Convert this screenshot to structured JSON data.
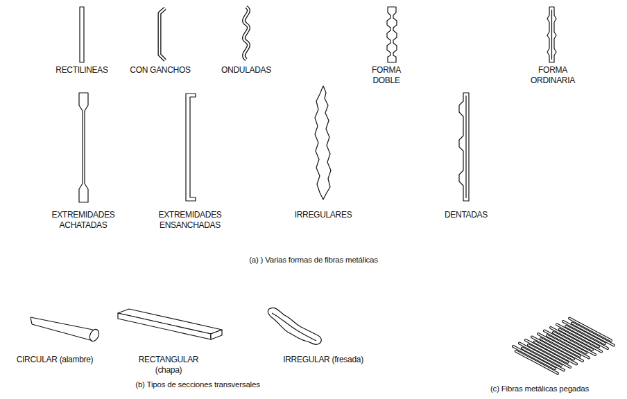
{
  "diagram": {
    "labels": [
      "RECTILINEAS",
      "CON GANCHOS",
      "ONDULADAS",
      "FORMA DOBLE",
      "FORMA ORDINARIA",
      "EXTREMIDADES ACHATADAS",
      "EXTREMIDADES ENSANCHADAS",
      "IRREGULARES",
      "DENTADAS",
      "(a) ) Varias formas de fibras metálicas",
      "CIRCULAR (alambre)",
      "RECTANGULAR (chapa)",
      "IRREGULAR (fresada)",
      "(b) Tipos de secciones transversales",
      "(c) Fibras metálicas pegadas"
    ]
  }
}
